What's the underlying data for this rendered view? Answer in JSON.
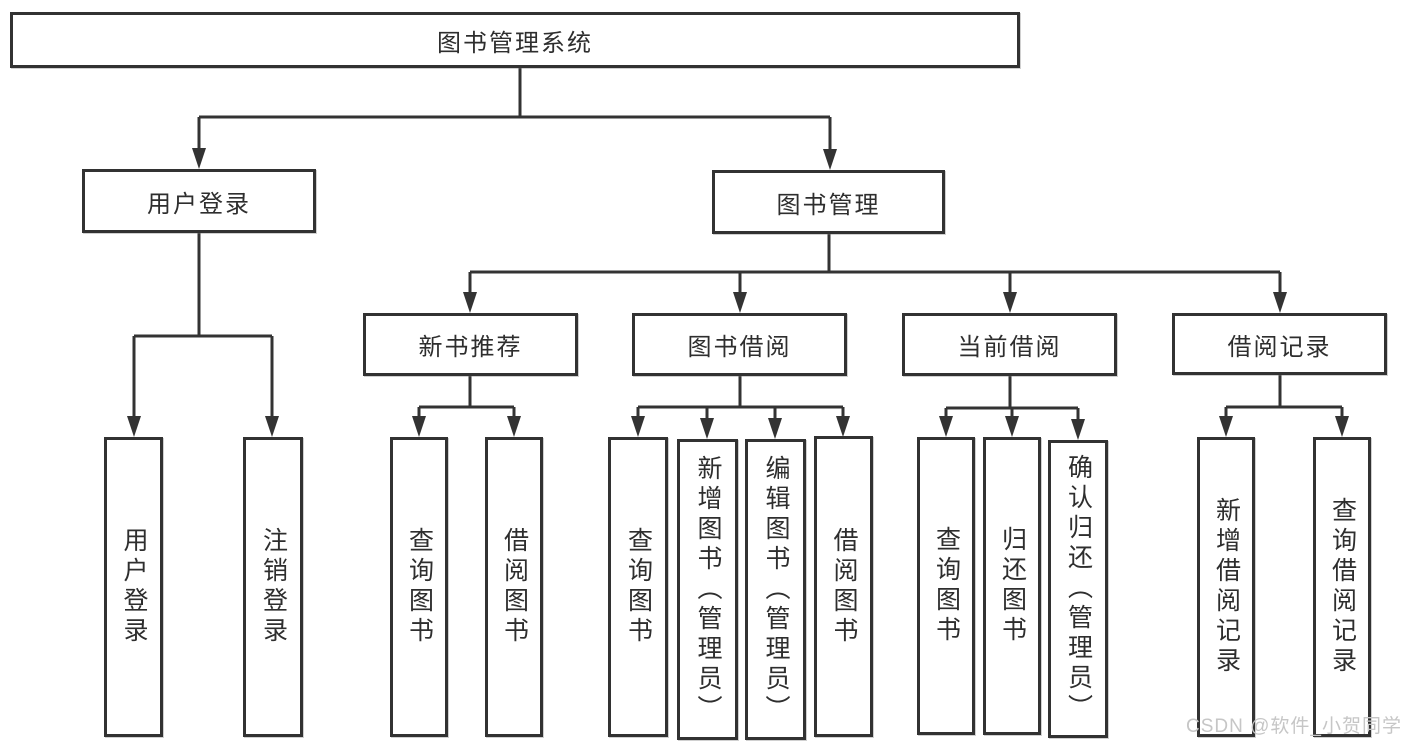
{
  "page": {
    "watermark": "CSDN @软件_小贺同学"
  },
  "colors": {
    "line": "#333333",
    "box_border": "#323232",
    "box_fill": "#ffffff",
    "text": "#2e2e2e",
    "watermark": "#c6c6c6"
  },
  "tree": {
    "root": {
      "label": "图书管理系统"
    },
    "branches": [
      {
        "label": "用户登录",
        "leaves": [
          "用户登录",
          "注销登录"
        ]
      },
      {
        "label": "图书管理",
        "children": [
          {
            "label": "新书推荐",
            "leaves": [
              "查询图书",
              "借阅图书"
            ]
          },
          {
            "label": "图书借阅",
            "leaves": [
              "查询图书",
              "新增图书（管理员）",
              "编辑图书（管理员）",
              "借阅图书"
            ]
          },
          {
            "label": "当前借阅",
            "leaves": [
              "查询图书",
              "归还图书",
              "确认归还（管理员）"
            ]
          },
          {
            "label": "借阅记录",
            "leaves": [
              "新增借阅记录",
              "查询借阅记录"
            ]
          }
        ]
      }
    ]
  }
}
